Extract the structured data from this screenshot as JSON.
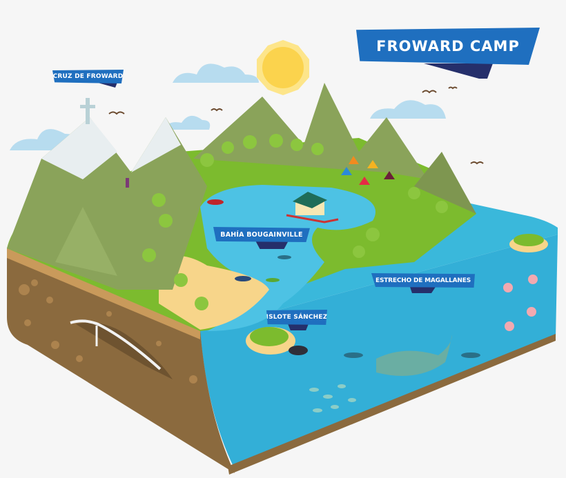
{
  "title": "FROWARD CAMP",
  "labels": {
    "cruz": "CRUZ DE FROWARD",
    "bahia": "BAHÍA BOUGAINVILLE",
    "estrecho": "ESTRECHO DE MAGALLANES",
    "islote": "ISLOTE SÁNCHEZ"
  },
  "elements": {
    "sun": "sun-icon",
    "cross": "cross-icon",
    "hiker": "hiker-icon",
    "tents": [
      "orange-tent",
      "yellow-tent",
      "blue-tent",
      "red-tent",
      "purple-tent"
    ],
    "floating_house": "floating-house-icon",
    "kayaks": [
      "red-kayak",
      "blue-kayak",
      "green-kayak"
    ],
    "whale": "whale-icon",
    "whale_skeleton": "whale-fossil-icon",
    "divers": 4,
    "jellyfish": 4,
    "fish_school": "fish-school-icon",
    "seals": "seal-icon",
    "birds": 5
  },
  "colors": {
    "banner_blue": "#1f6fbf",
    "banner_shadow": "#252f6b",
    "sea": "#3ab8db",
    "sea_side": "#2aa3cc",
    "grass": "#7cbb2e",
    "mountain": "#8aa35a",
    "soil": "#8b6a3e",
    "sand": "#f7d58a",
    "sun": "#fbd34d",
    "sky_cloud": "#b7dcef"
  }
}
